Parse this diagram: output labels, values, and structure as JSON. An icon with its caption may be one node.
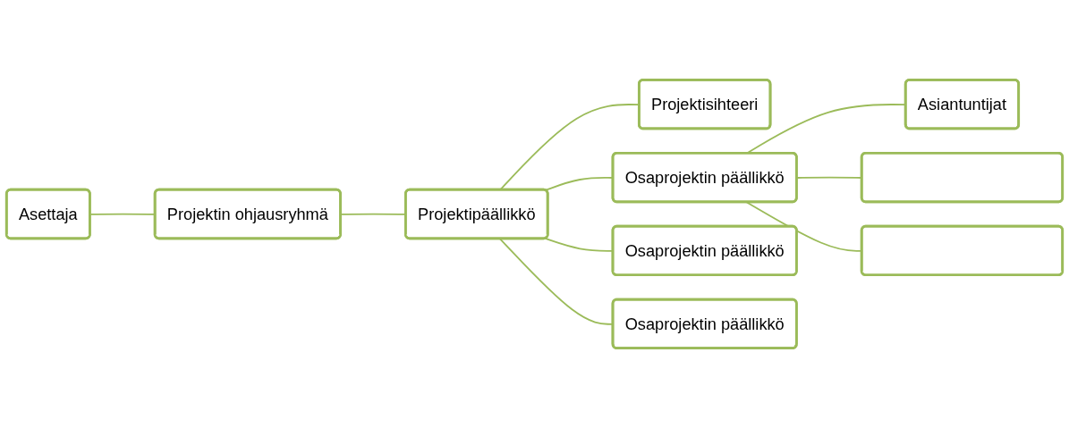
{
  "diagram": {
    "nodes": [
      {
        "text": [
          "Asettaja"
        ]
      },
      {
        "text": [
          "Projektin ohjausryhmä"
        ]
      },
      {
        "text": [
          "Projektipäällikkö"
        ]
      },
      {
        "text": [
          "Projektisihteeri"
        ]
      },
      {
        "text": [
          "Osaprojektin päällikkö"
        ]
      },
      {
        "text": [
          "Osaprojektin päällikkö"
        ]
      },
      {
        "text": [
          "Osaprojektin päällikkö"
        ]
      },
      {
        "text": [
          "Asiantuntijat"
        ]
      },
      {
        "text": [],
        "shape": "box"
      },
      {
        "text": [],
        "shape": "box"
      }
    ],
    "edges": [
      {
        "from": 0,
        "to": 1,
        "arrow": "none"
      },
      {
        "from": 1,
        "to": 2,
        "arrow": "none"
      },
      {
        "from": 2,
        "to": 3,
        "arrow": "none"
      },
      {
        "from": 2,
        "to": 4,
        "arrow": "none"
      },
      {
        "from": 2,
        "to": 5,
        "arrow": "none"
      },
      {
        "from": 2,
        "to": 6,
        "arrow": "none"
      },
      {
        "from": 4,
        "to": 7,
        "arrow": "none"
      },
      {
        "from": 4,
        "to": 8,
        "arrow": "none"
      },
      {
        "from": 4,
        "to": 9,
        "arrow": "none"
      }
    ]
  }
}
